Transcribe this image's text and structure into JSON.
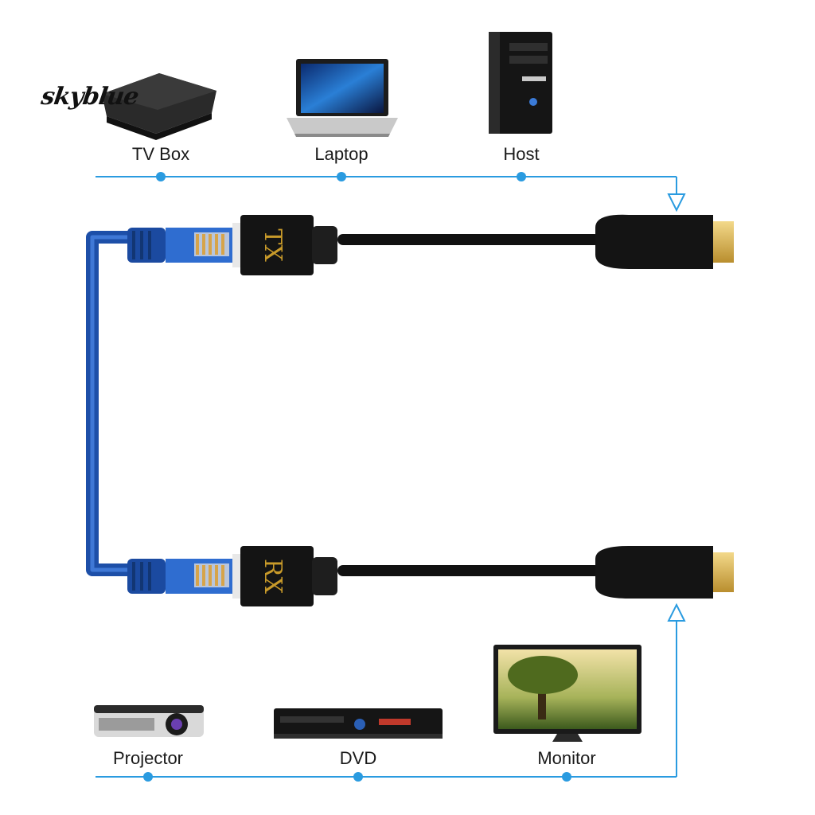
{
  "brand": {
    "logo_text": "skyblue"
  },
  "sources": [
    {
      "label": "TV Box",
      "icon": "tv-box-icon"
    },
    {
      "label": "Laptop",
      "icon": "laptop-icon"
    },
    {
      "label": "Host",
      "icon": "desktop-tower-icon"
    }
  ],
  "outputs": [
    {
      "label": "Projector",
      "icon": "projector-icon"
    },
    {
      "label": "DVD",
      "icon": "dvd-player-icon"
    },
    {
      "label": "Monitor",
      "icon": "monitor-icon"
    }
  ],
  "adapters": {
    "transmitter_label": "TX",
    "receiver_label": "RX"
  },
  "colors": {
    "flow_line": "#2a9be0",
    "ethernet_cable": "#1d4fa8",
    "hdmi_cable": "#111111",
    "adapter_text": "#c89a2a"
  }
}
